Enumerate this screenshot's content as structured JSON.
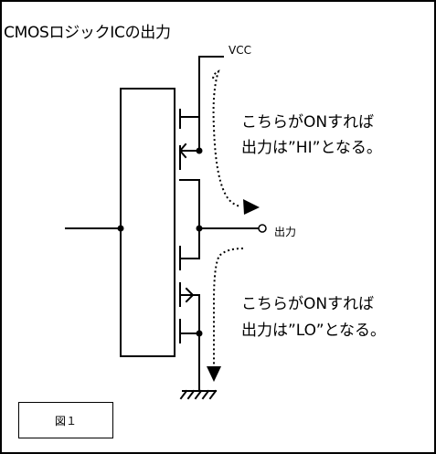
{
  "diagram": {
    "title": "CMOSロジックICの出力",
    "vcc_label": "VCC",
    "output_label": "出力",
    "pmos_note": {
      "line1": "こちらがONすれば",
      "line2": "出力は”HI”となる。"
    },
    "nmos_note": {
      "line1": "こちらがONすれば",
      "line2": "出力は”LO”となる。"
    },
    "figure_label": "図１"
  }
}
